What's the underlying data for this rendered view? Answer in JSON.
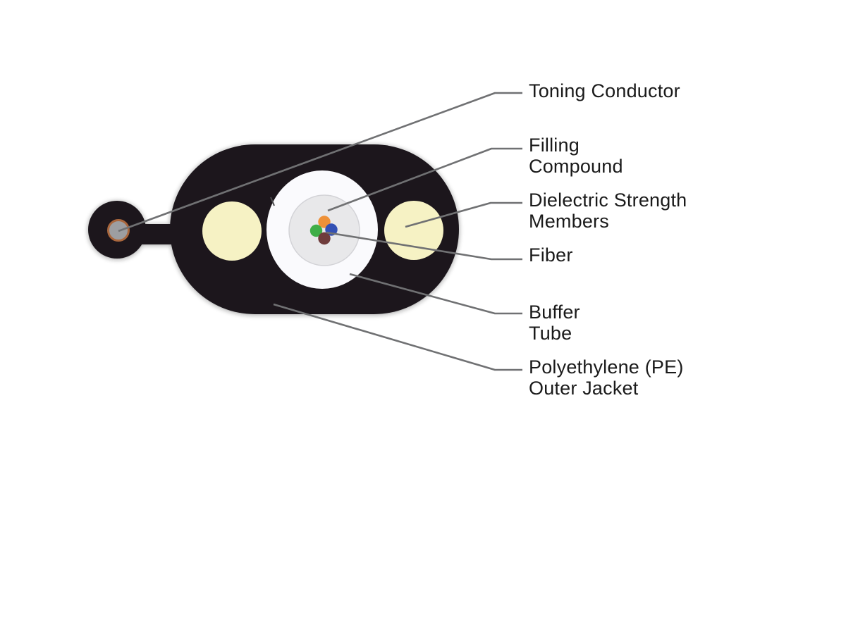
{
  "diagram": {
    "subject": "cable-cross-section",
    "callouts": {
      "toning_conductor": {
        "line1": "Toning Conductor"
      },
      "filling_compound": {
        "line1": "Filling",
        "line2": "Compound"
      },
      "dielectric_strength_members": {
        "line1": "Dielectric Strength",
        "line2": "Members"
      },
      "fiber": {
        "line1": "Fiber"
      },
      "buffer_tube": {
        "line1": "Buffer",
        "line2": "Tube"
      },
      "outer_jacket": {
        "line1": "Polyethylene (PE)",
        "line2": "Outer Jacket"
      }
    },
    "colors": {
      "background": "#ffffff",
      "jacket": "#1b181c",
      "strength_member": "#f6f2c4",
      "buffer_tube": "#fafafd",
      "filling": "#e8e8ea",
      "filling_edge": "#d3d3d7",
      "conductor_core": "#9d9ea1",
      "conductor_ring": "#aa673d",
      "fiber_orange": "#ee9138",
      "fiber_green": "#3fae47",
      "fiber_blue": "#3350b4",
      "fiber_brown": "#6f3c3c",
      "leader_line": "#707173",
      "label_text": "#1a1a1a"
    }
  }
}
